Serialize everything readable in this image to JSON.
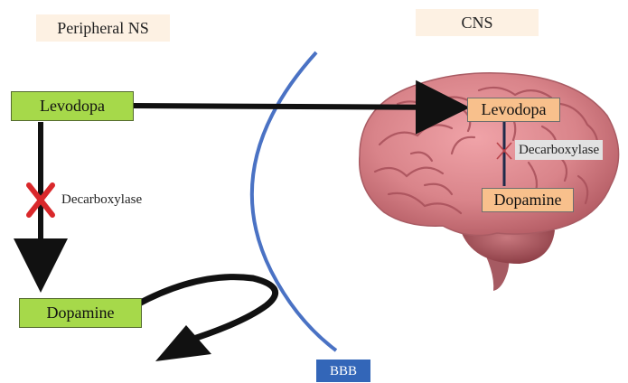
{
  "regions": {
    "peripheral": "Peripheral NS",
    "central": "CNS"
  },
  "peripheral": {
    "levodopa": "Levodopa",
    "dopamine": "Dopamine",
    "enzyme": "Decarboxylase"
  },
  "cns": {
    "levodopa": "Levodopa",
    "dopamine": "Dopamine",
    "enzyme": "Decarboxylase"
  },
  "barrier": {
    "label": "BBB"
  },
  "colors": {
    "peripheral_box": "#a6d94a",
    "cns_box": "#f8c08c",
    "barrier": "#4a72c4",
    "inhibition_mark": "#d9282b",
    "brain": "#d9848a"
  }
}
